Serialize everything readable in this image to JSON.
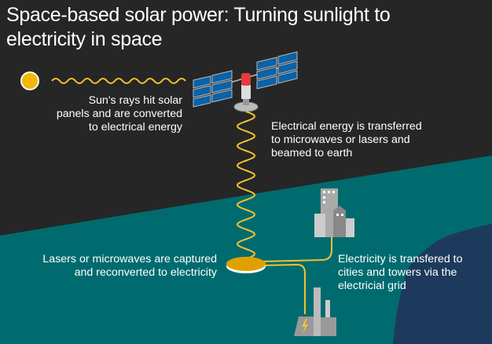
{
  "title": [
    "Space-based solar power: Turning sunlight to",
    "electricity in space"
  ],
  "labels": {
    "sun": [
      "Sun's rays hit solar",
      "panels and are converted",
      "to electrical energy"
    ],
    "satellite": [
      "Electrical energy is transferred",
      "to microwaves or lasers and",
      "beamed to earth"
    ],
    "receiver": [
      "Lasers or microwaves are captured",
      "and reconverted to electricity"
    ],
    "grid": [
      "Electricity is transfered to",
      "cities and towers via the",
      "electricial grid"
    ]
  },
  "colors": {
    "space": "#262626",
    "earth": "#006b6f",
    "land": "#1d3a5c",
    "beam": "#f2c230",
    "receiver": "#e0a100",
    "panel": "#0a62a8"
  }
}
